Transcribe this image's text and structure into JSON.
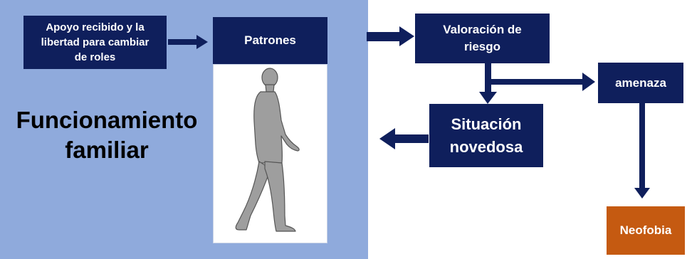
{
  "title": "Funcionamiento familiar",
  "title_lines": [
    "Funcionamiento",
    "familiar"
  ],
  "boxes": {
    "support": "Apoyo recibido y la libertad para cambiar de roles",
    "support_lines": [
      "Apoyo recibido y la",
      "libertad para cambiar",
      "de roles"
    ],
    "patterns": "Patrones",
    "risk": "Valoración de riesgo",
    "risk_lines": [
      "Valoración de",
      "riesgo"
    ],
    "novel": "Situación novedosa",
    "novel_lines": [
      "Situación",
      "novedosa"
    ],
    "threat": "amenaza",
    "neophobia": "Neofobia"
  },
  "colors": {
    "panel": "#8FAADC",
    "box": "#0F1F5C",
    "neophobia": "#C55A11",
    "arrow": "#0F1F5C",
    "figure": "#9E9E9E"
  },
  "figure_icon": "walking-person-icon"
}
